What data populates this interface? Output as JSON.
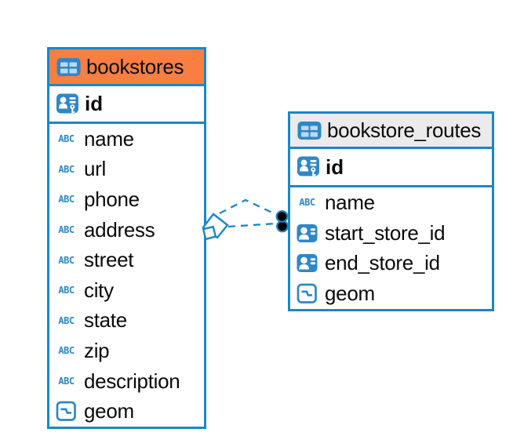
{
  "canvas": {
    "background": "#ffffff"
  },
  "colors": {
    "accent_blue": "#1a87c8",
    "icon_blue": "#2e87c9",
    "bookstores_header": "#f87e41",
    "routes_header": "#ebebeb",
    "text": "#0a0a0a",
    "connector_dot": "#000000"
  },
  "icons": {
    "abc_glyph": "ABC"
  },
  "tables": [
    {
      "name": "bookstores",
      "icon": "table-icon",
      "primary_key": {
        "name": "id",
        "icon": "person-key-icon"
      },
      "columns": [
        {
          "name": "name",
          "type_icon": "text-abc-icon"
        },
        {
          "name": "url",
          "type_icon": "text-abc-icon"
        },
        {
          "name": "phone",
          "type_icon": "text-abc-icon"
        },
        {
          "name": "address",
          "type_icon": "text-abc-icon"
        },
        {
          "name": "street",
          "type_icon": "text-abc-icon"
        },
        {
          "name": "city",
          "type_icon": "text-abc-icon"
        },
        {
          "name": "state",
          "type_icon": "text-abc-icon"
        },
        {
          "name": "zip",
          "type_icon": "text-abc-icon"
        },
        {
          "name": "description",
          "type_icon": "text-abc-icon"
        },
        {
          "name": "geom",
          "type_icon": "geometry-icon"
        }
      ]
    },
    {
      "name": "bookstore_routes",
      "icon": "table-icon",
      "primary_key": {
        "name": "id",
        "icon": "person-key-icon"
      },
      "columns": [
        {
          "name": "name",
          "type_icon": "text-abc-icon"
        },
        {
          "name": "start_store_id",
          "type_icon": "person-ref-icon"
        },
        {
          "name": "end_store_id",
          "type_icon": "person-ref-icon"
        },
        {
          "name": "geom",
          "type_icon": "geometry-icon"
        }
      ]
    }
  ],
  "relationships": [
    {
      "from": "bookstores",
      "to": "bookstore_routes",
      "style": "dashed",
      "count": 2
    }
  ]
}
